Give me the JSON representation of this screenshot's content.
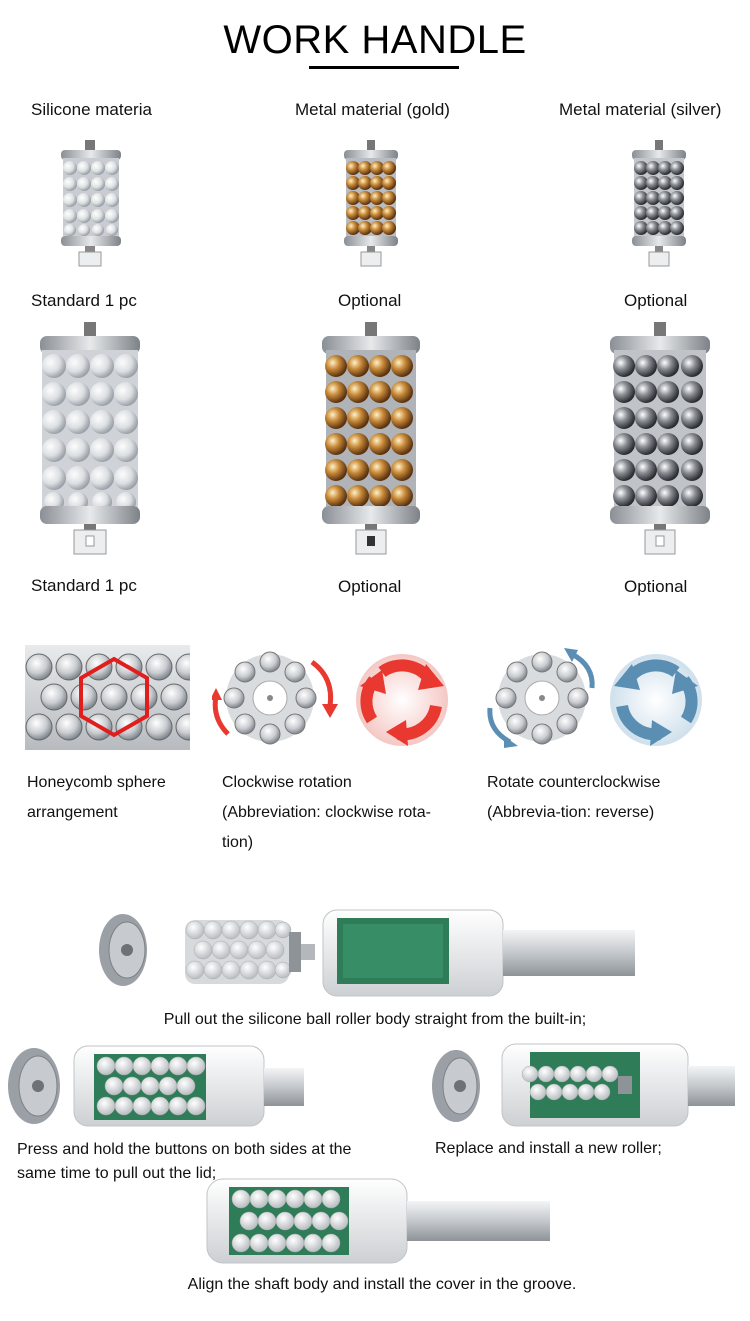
{
  "title": "WORK HANDLE",
  "materials": {
    "silicone": "Silicone materia",
    "gold": "Metal material (gold)",
    "silver": "Metal material (silver)"
  },
  "row1_status": {
    "silicone": "Standard 1 pc",
    "gold": "Optional",
    "silver": "Optional"
  },
  "row2_status": {
    "silicone": "Standard 1 pc",
    "gold": "Optional",
    "silver": "Optional"
  },
  "features": {
    "honeycomb": "Honeycomb sphere arrangement",
    "clockwise": "Clockwise rotation (Abbreviation: clockwise rota-tion)",
    "counter": "Rotate counterclockwise (Abbrevia-tion: reverse)"
  },
  "steps": {
    "step1": "Pull out the silicone ball roller body straight from the built-in;",
    "step2": "Press and hold the buttons on both sides at the same time to pull out the lid;",
    "step3": "Replace and install a new roller;",
    "step4": "Align the shaft body and install the cover in the groove."
  },
  "colors": {
    "clockwise_arrow": "#e8382f",
    "counter_arrow": "#5a8fb3",
    "honeycomb_outline": "#e01e1e",
    "pcb_green": "#1f6b4a"
  }
}
